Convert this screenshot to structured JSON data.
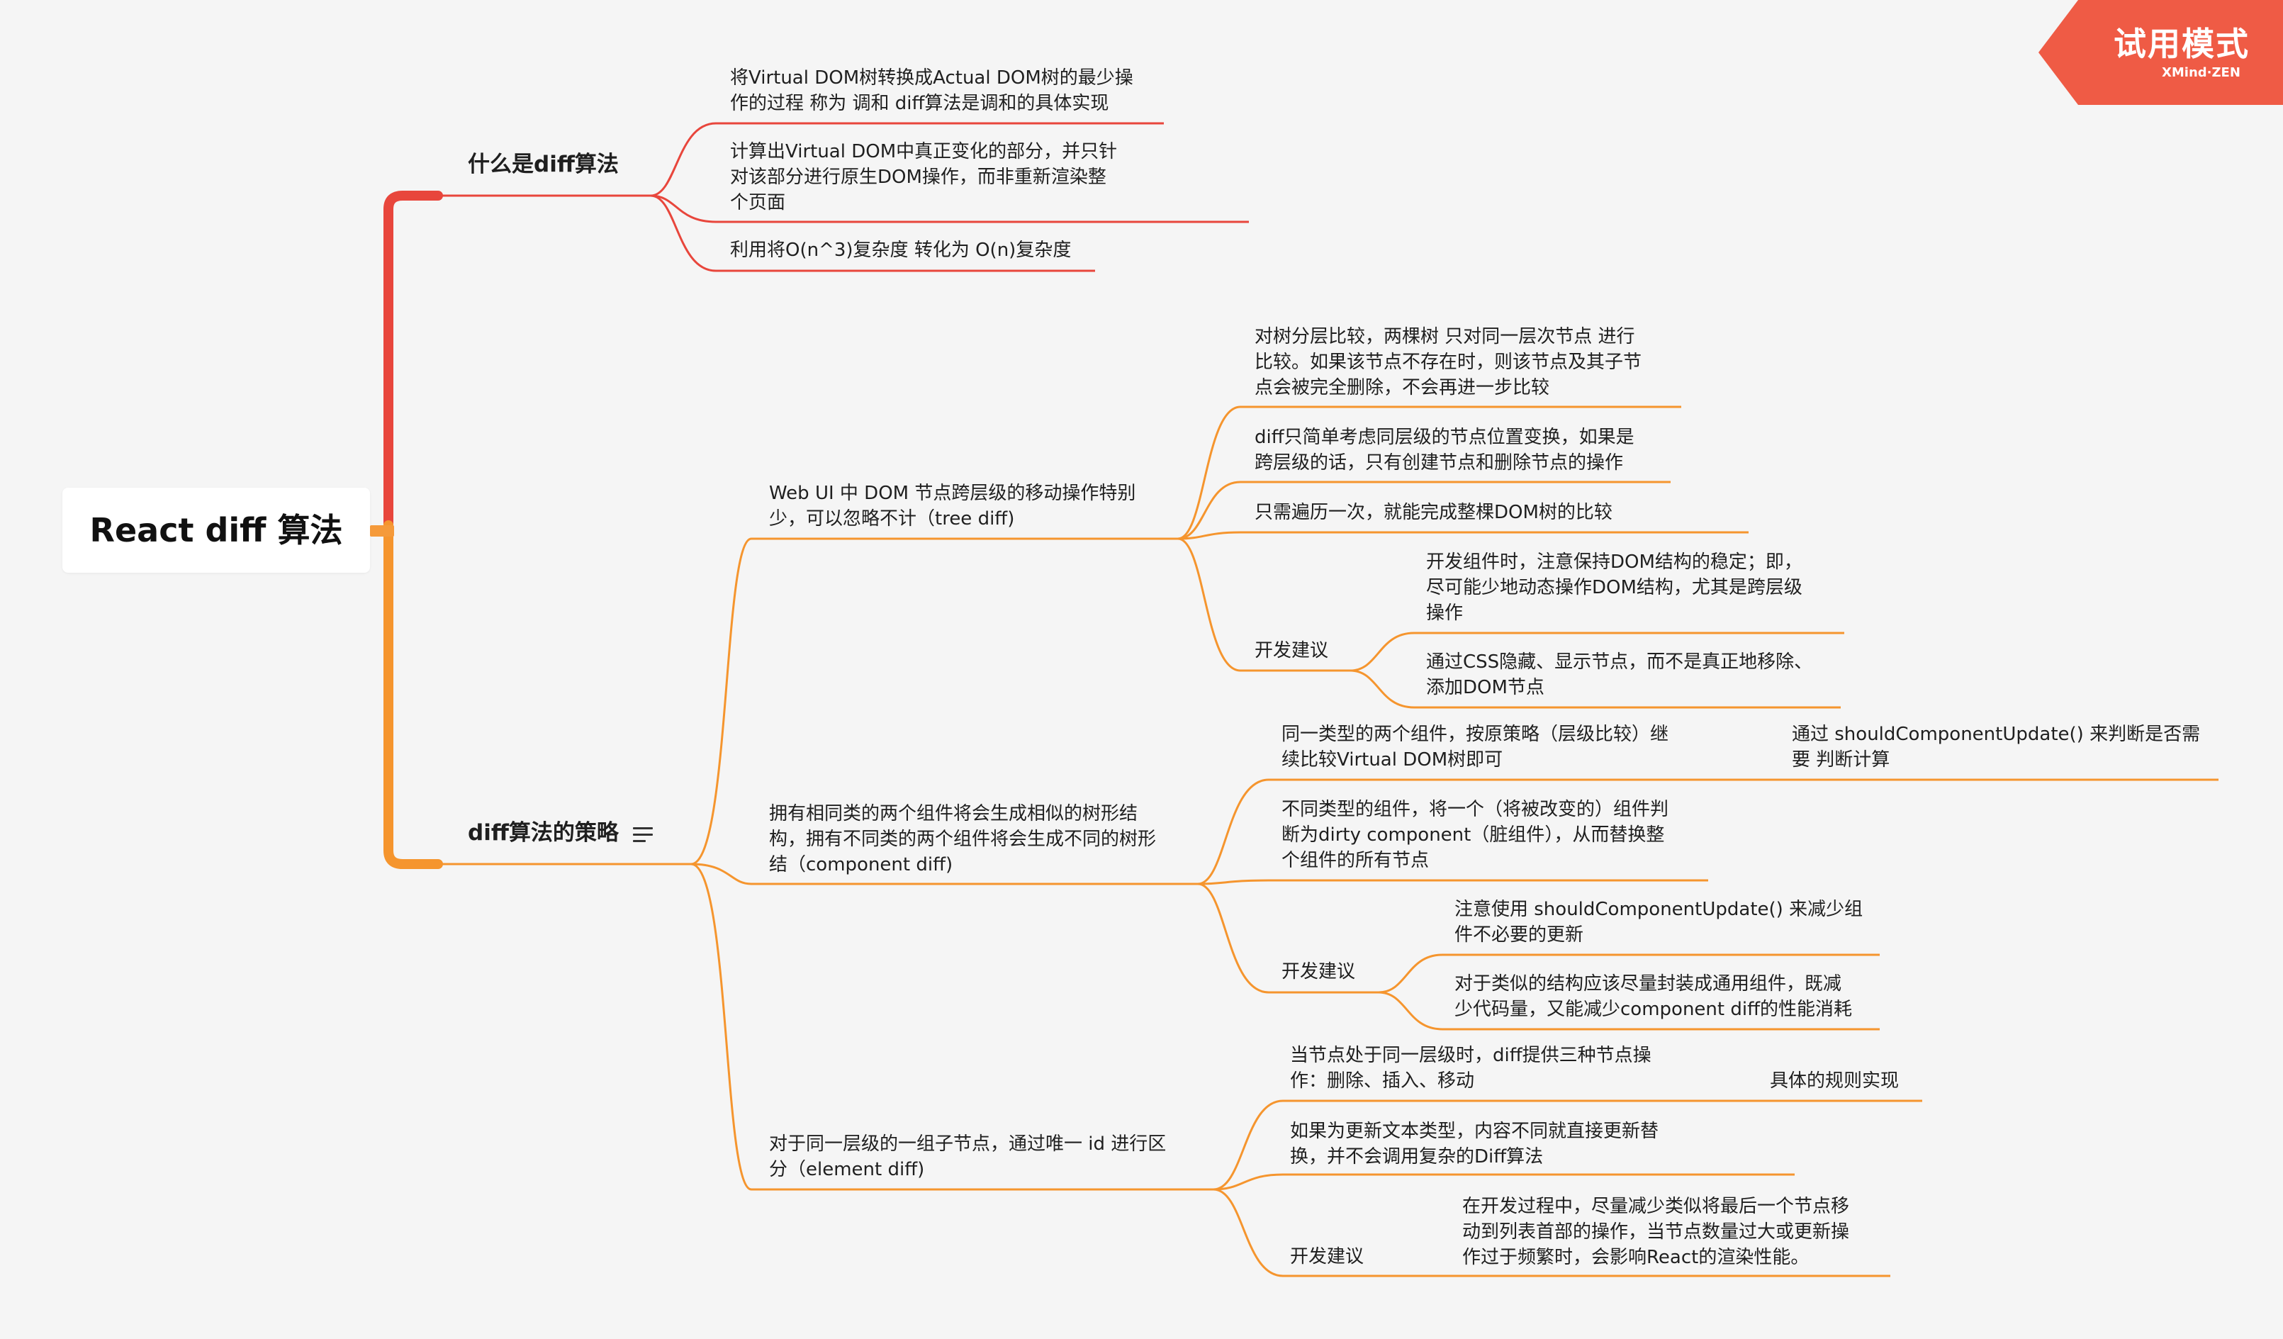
{
  "badge": {
    "title": "试用模式",
    "subtitle": "XMind·ZEN",
    "color": "#ef5b45"
  },
  "colors": {
    "red_branch": "#e8463c",
    "orange_branch": "#f5952e"
  },
  "root": {
    "label": "React diff 算法"
  },
  "what": {
    "label": "什么是diff算法",
    "items": [
      {
        "lines": [
          "将Virtual DOM树转换成Actual DOM树的最少操",
          "作的过程 称为 调和 diff算法是调和的具体实现"
        ]
      },
      {
        "lines": [
          "计算出Virtual DOM中真正变化的部分，并只针",
          "对该部分进行原生DOM操作，而非重新渲染整",
          "个页面"
        ]
      },
      {
        "lines": [
          "利用将O(n^3)复杂度 转化为 O(n)复杂度"
        ]
      }
    ]
  },
  "strategy": {
    "label": "diff算法的策略",
    "notes_icon": "notes-icon",
    "tree": {
      "lines": [
        "Web UI 中 DOM 节点跨层级的移动操作特别",
        "少，可以忽略不计（tree diff)"
      ],
      "items": [
        {
          "lines": [
            "对树分层比较，两棵树 只对同一层次节点 进行",
            "比较。如果该节点不存在时，则该节点及其子节",
            "点会被完全删除，不会再进一步比较"
          ]
        },
        {
          "lines": [
            "diff只简单考虑同层级的节点位置变换，如果是",
            "跨层级的话，只有创建节点和删除节点的操作"
          ]
        },
        {
          "lines": [
            "只需遍历一次，就能完成整棵DOM树的比较"
          ]
        }
      ],
      "advice": {
        "label": "开发建议",
        "items": [
          {
            "lines": [
              "开发组件时，注意保持DOM结构的稳定；即，",
              "尽可能少地动态操作DOM结构，尤其是跨层级",
              "操作"
            ]
          },
          {
            "lines": [
              "通过CSS隐藏、显示节点，而不是真正地移除、",
              "添加DOM节点"
            ]
          }
        ]
      }
    },
    "component": {
      "lines": [
        "拥有相同类的两个组件将会生成相似的树形结",
        "构，拥有不同类的两个组件将会生成不同的树形",
        "结（component diff)"
      ],
      "items": [
        {
          "lines": [
            "同一类型的两个组件，按原策略（层级比较）继",
            "续比较Virtual DOM树即可"
          ],
          "child": {
            "lines": [
              "通过 shouldComponentUpdate() 来判断是否需",
              "要 判断计算"
            ]
          }
        },
        {
          "lines": [
            "不同类型的组件，将一个（将被改变的）组件判",
            "断为dirty component（脏组件），从而替换整",
            "个组件的所有节点"
          ]
        }
      ],
      "advice": {
        "label": "开发建议",
        "items": [
          {
            "lines": [
              "注意使用 shouldComponentUpdate() 来减少组",
              "件不必要的更新"
            ]
          },
          {
            "lines": [
              "对于类似的结构应该尽量封装成通用组件，既减",
              "少代码量，又能减少component diff的性能消耗"
            ]
          }
        ]
      }
    },
    "element": {
      "lines": [
        "对于同一层级的一组子节点，通过唯一 id 进行区",
        "分（element diff)"
      ],
      "items": [
        {
          "lines": [
            "当节点处于同一层级时，diff提供三种节点操",
            "作：删除、插入、移动"
          ],
          "child": {
            "lines": [
              "具体的规则实现"
            ]
          }
        },
        {
          "lines": [
            "如果为更新文本类型，内容不同就直接更新替",
            "换，并不会调用复杂的Diff算法"
          ]
        }
      ],
      "advice": {
        "label": "开发建议",
        "items": [
          {
            "lines": [
              "在开发过程中，尽量减少类似将最后一个节点移",
              "动到列表首部的操作，当节点数量过大或更新操",
              "作过于频繁时，会影响React的渲染性能。"
            ]
          }
        ]
      }
    }
  }
}
